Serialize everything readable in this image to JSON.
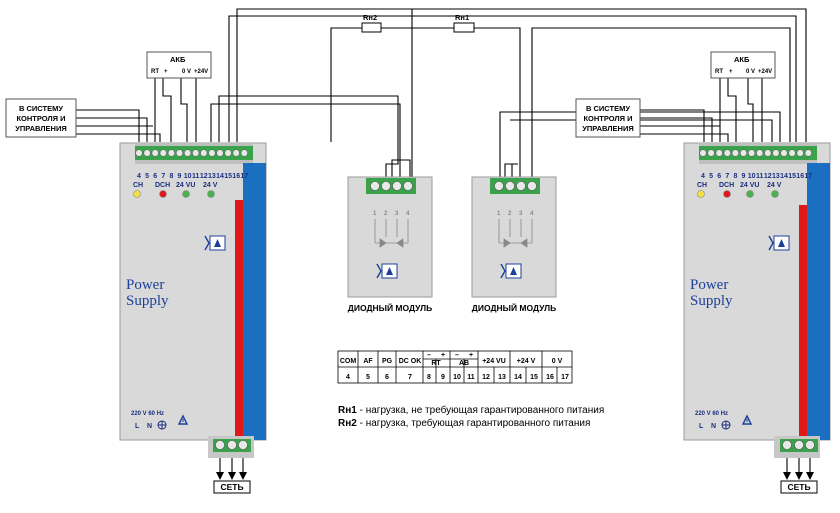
{
  "psu": {
    "title_line1": "Power",
    "title_line2": "Supply",
    "terminals": [
      "4",
      "5",
      "6",
      "7",
      "8",
      "9",
      "10",
      "11",
      "12",
      "13",
      "14",
      "15",
      "16",
      "17"
    ],
    "led_labels": [
      "CH",
      "DCH",
      "24 VU",
      "24 V"
    ],
    "mains_rating": "220 V  60 Hz",
    "mains_l": "L",
    "mains_n": "N",
    "colors": {
      "body": "#d9d9d9",
      "blue": "#1b6fc1",
      "red": "#e01818",
      "terminal": "#3aa24a"
    }
  },
  "battery": {
    "title": "АКБ",
    "rt": "RT",
    "plus": "+",
    "zero": "0 V",
    "plus24": "+24V"
  },
  "control_label": [
    "В СИСТЕМУ",
    "КОНТРОЛЯ И",
    "УПРАВЛЕНИЯ"
  ],
  "mains_label": "СЕТЬ",
  "loads": {
    "rn2": "Rн2",
    "rn1": "Rн1"
  },
  "diode_module": {
    "caption": "ДИОДНЫЙ МОДУЛЬ",
    "pins": [
      "1",
      "2",
      "3",
      "4"
    ]
  },
  "table": {
    "header": [
      "COM",
      "AF",
      "PG",
      "DC OK",
      "–",
      "+",
      "–",
      "+",
      "+24 VU",
      "+24 V",
      "0 V"
    ],
    "sub_header": [
      "RT",
      "AB"
    ],
    "numbers": [
      "4",
      "5",
      "6",
      "7",
      "8",
      "9",
      "10",
      "11",
      "12",
      "13",
      "14",
      "15",
      "16",
      "17"
    ]
  },
  "legend": [
    {
      "symbol": "Rн1",
      "text": " - нагрузка, не требующая гарантированного питания"
    },
    {
      "symbol": "Rн2",
      "text": " - нагрузка, требующая гарантированного питания"
    }
  ]
}
